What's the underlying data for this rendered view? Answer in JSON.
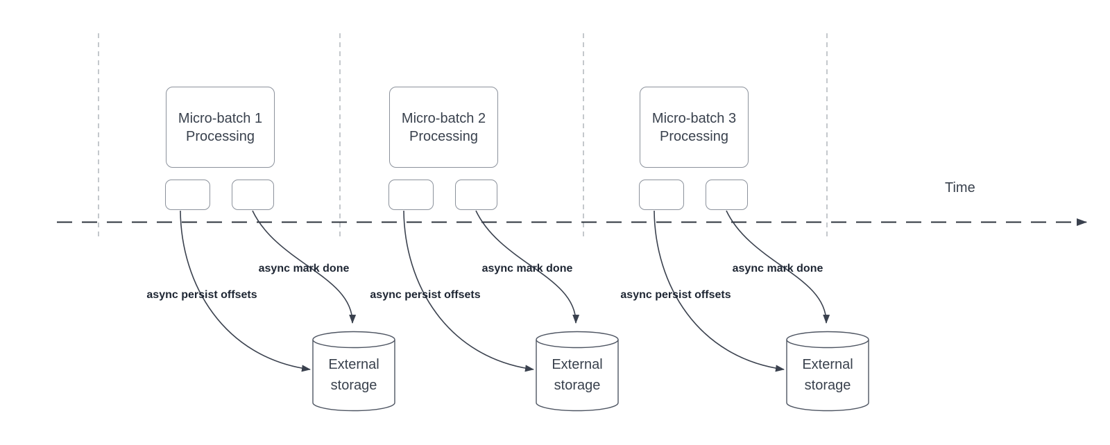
{
  "diagram": {
    "time_label": "Time",
    "batches": [
      {
        "box_title_line1": "Micro-batch 1",
        "box_title_line2": "Processing",
        "persist_label": "async persist offsets",
        "done_label": "async mark done",
        "storage_title_line1": "External",
        "storage_title_line2": "storage"
      },
      {
        "box_title_line1": "Micro-batch 2",
        "box_title_line2": "Processing",
        "persist_label": "async persist offsets",
        "done_label": "async mark done",
        "storage_title_line1": "External",
        "storage_title_line2": "storage"
      },
      {
        "box_title_line1": "Micro-batch 3",
        "box_title_line2": "Processing",
        "persist_label": "async persist offsets",
        "done_label": "async mark done",
        "storage_title_line1": "External",
        "storage_title_line2": "storage"
      }
    ],
    "colors": {
      "background": "#ffffff",
      "box_border": "#8b919b",
      "cylinder_border": "#4e5562",
      "curve": "#3a414e",
      "timeline": "#2d333c",
      "grid_line": "#b1b6bb",
      "box_text": "#39414d",
      "label_text": "#1e2633"
    }
  }
}
